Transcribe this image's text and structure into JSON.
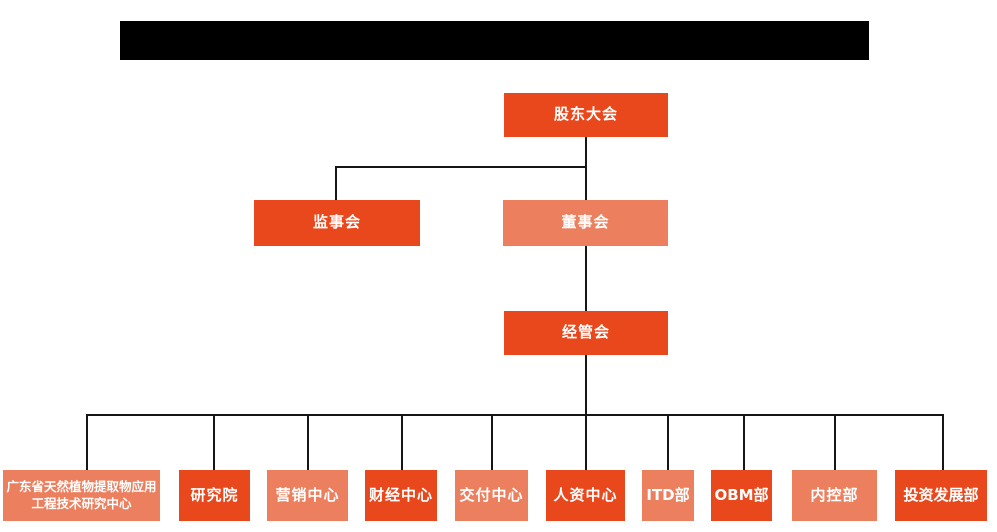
{
  "title_bar": {
    "text": "",
    "color": "#000000"
  },
  "colors": {
    "primary_box": "#E8481C",
    "secondary_box": "#EB7F5E",
    "connector_line": "#161616",
    "box_text": "#FFFFFF",
    "background": "#FFFFFF"
  },
  "org_chart": {
    "nodes": {
      "shareholders_meeting": {
        "label": "股东大会",
        "level": 1,
        "variant": "primary"
      },
      "supervisory_board": {
        "label": "监事会",
        "level": 2,
        "variant": "primary",
        "parent": "shareholders_meeting"
      },
      "board_of_directors": {
        "label": "董事会",
        "level": 2,
        "variant": "secondary",
        "parent": "shareholders_meeting"
      },
      "management_committee": {
        "label": "经管会",
        "level": 3,
        "variant": "primary",
        "parent": "board_of_directors"
      },
      "research_center": {
        "label": "广东省天然植物提取物应用工程技术研究中心",
        "level": 4,
        "variant": "secondary",
        "parent": "management_committee"
      },
      "research_institute": {
        "label": "研究院",
        "level": 4,
        "variant": "primary",
        "parent": "management_committee"
      },
      "marketing_center": {
        "label": "营销中心",
        "level": 4,
        "variant": "secondary",
        "parent": "management_committee"
      },
      "finance_center": {
        "label": "财经中心",
        "level": 4,
        "variant": "primary",
        "parent": "management_committee"
      },
      "delivery_center": {
        "label": "交付中心",
        "level": 4,
        "variant": "secondary",
        "parent": "management_committee"
      },
      "hr_center": {
        "label": "人资中心",
        "level": 4,
        "variant": "primary",
        "parent": "management_committee"
      },
      "itd_dept": {
        "label": "ITD部",
        "level": 4,
        "variant": "secondary",
        "parent": "management_committee"
      },
      "obm_dept": {
        "label": "OBM部",
        "level": 4,
        "variant": "primary",
        "parent": "management_committee"
      },
      "internal_control_dept": {
        "label": "内控部",
        "level": 4,
        "variant": "secondary",
        "parent": "management_committee"
      },
      "investment_development_dept": {
        "label": "投资发展部",
        "level": 4,
        "variant": "primary",
        "parent": "management_committee"
      }
    }
  }
}
